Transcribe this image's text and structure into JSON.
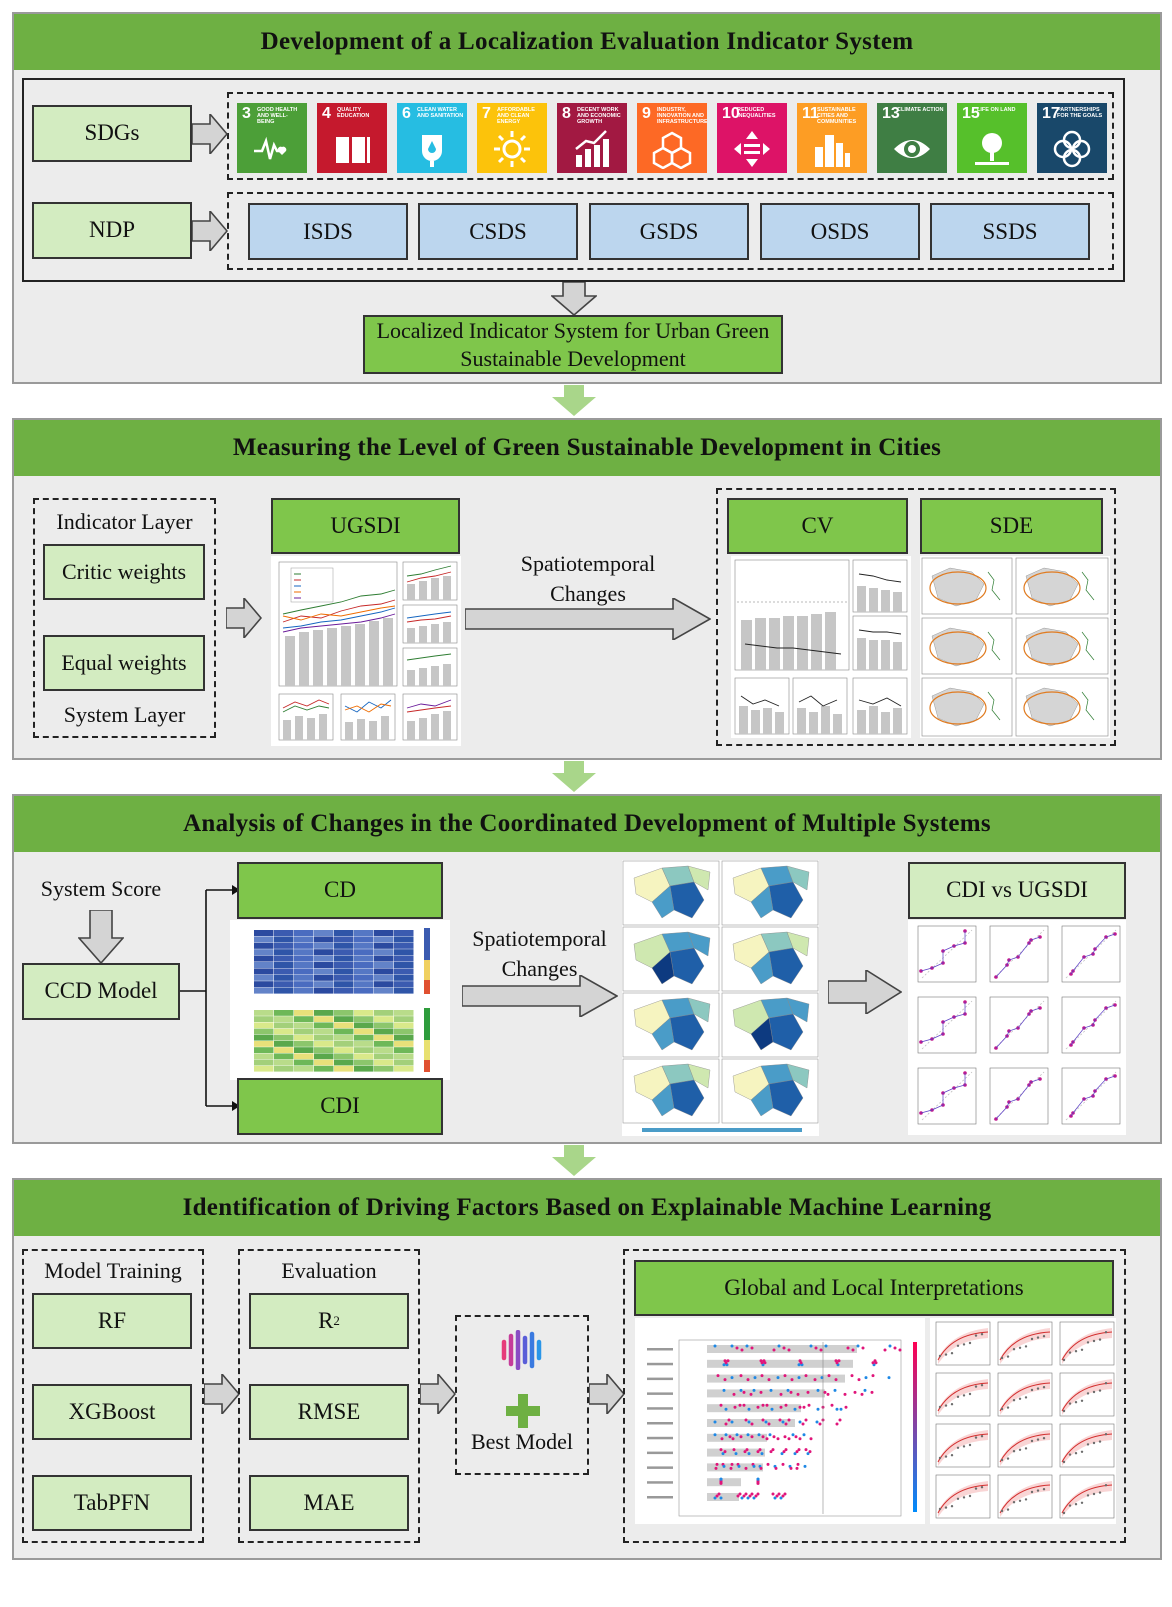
{
  "sections": [
    {
      "title": "Development of a Localization Evaluation Indicator System"
    },
    {
      "title": "Measuring the Level of Green Sustainable Development in Cities"
    },
    {
      "title": "Analysis of Changes in the Coordinated Development of Multiple Systems"
    },
    {
      "title": "Identification of Driving Factors Based on Explainable Machine Learning"
    }
  ],
  "s1": {
    "sdgs_label": "SDGs",
    "ndp_label": "NDP",
    "sdg_tiles": [
      {
        "num": "3",
        "title": "Good health and well-being",
        "color": "#4c9f38",
        "icon": "heartbeat-icon"
      },
      {
        "num": "4",
        "title": "Quality education",
        "color": "#c5192d",
        "icon": "book-icon"
      },
      {
        "num": "6",
        "title": "Clean water and sanitation",
        "color": "#26bde2",
        "icon": "water-drop-icon"
      },
      {
        "num": "7",
        "title": "Affordable and clean energy",
        "color": "#fcc30b",
        "icon": "sun-icon"
      },
      {
        "num": "8",
        "title": "Decent work and economic growth",
        "color": "#a21942",
        "icon": "growth-chart-icon"
      },
      {
        "num": "9",
        "title": "Industry, innovation and infrastructure",
        "color": "#fd6925",
        "icon": "cubes-icon"
      },
      {
        "num": "10",
        "title": "Reduced inequalities",
        "color": "#dd1367",
        "icon": "equality-icon"
      },
      {
        "num": "11",
        "title": "Sustainable cities and communities",
        "color": "#fd9d24",
        "icon": "city-icon"
      },
      {
        "num": "13",
        "title": "Climate action",
        "color": "#3f7e44",
        "icon": "eye-globe-icon"
      },
      {
        "num": "15",
        "title": "Life on land",
        "color": "#56c02b",
        "icon": "tree-icon"
      },
      {
        "num": "17",
        "title": "Partnerships for the goals",
        "color": "#19486a",
        "icon": "rings-icon"
      }
    ],
    "ndp_items": [
      "ISDS",
      "CSDS",
      "GSDS",
      "OSDS",
      "SSDS"
    ],
    "result": "Localized Indicator System for Urban Green Sustainable Development"
  },
  "s2": {
    "indicator_layer": "Indicator Layer",
    "critic": "Critic weights",
    "equal": "Equal weights",
    "system_layer": "System Layer",
    "ugsdi": "UGSDI",
    "changes": "Spatiotemporal Changes",
    "cv": "CV",
    "sde": "SDE"
  },
  "s3": {
    "system_score": "System Score",
    "ccd_model": "CCD Model",
    "cd": "CD",
    "cdi": "CDI",
    "changes": "Spatiotemporal Changes",
    "cdi_vs": "CDI vs UGSDI"
  },
  "s4": {
    "model_training": "Model Training",
    "models": [
      "RF",
      "XGBoost",
      "TabPFN"
    ],
    "evaluation": "Evaluation",
    "metrics": [
      "R",
      "RMSE",
      "MAE"
    ],
    "r2_sup": "2",
    "best_model": "Best Model",
    "interpret": "Global and Local Interpretations"
  },
  "colors": {
    "header": "#6eb043",
    "light_green": "#d3ecc1",
    "mid_green": "#7fc64b",
    "blue": "#bcd6ee",
    "section_bg": "#ececec"
  }
}
